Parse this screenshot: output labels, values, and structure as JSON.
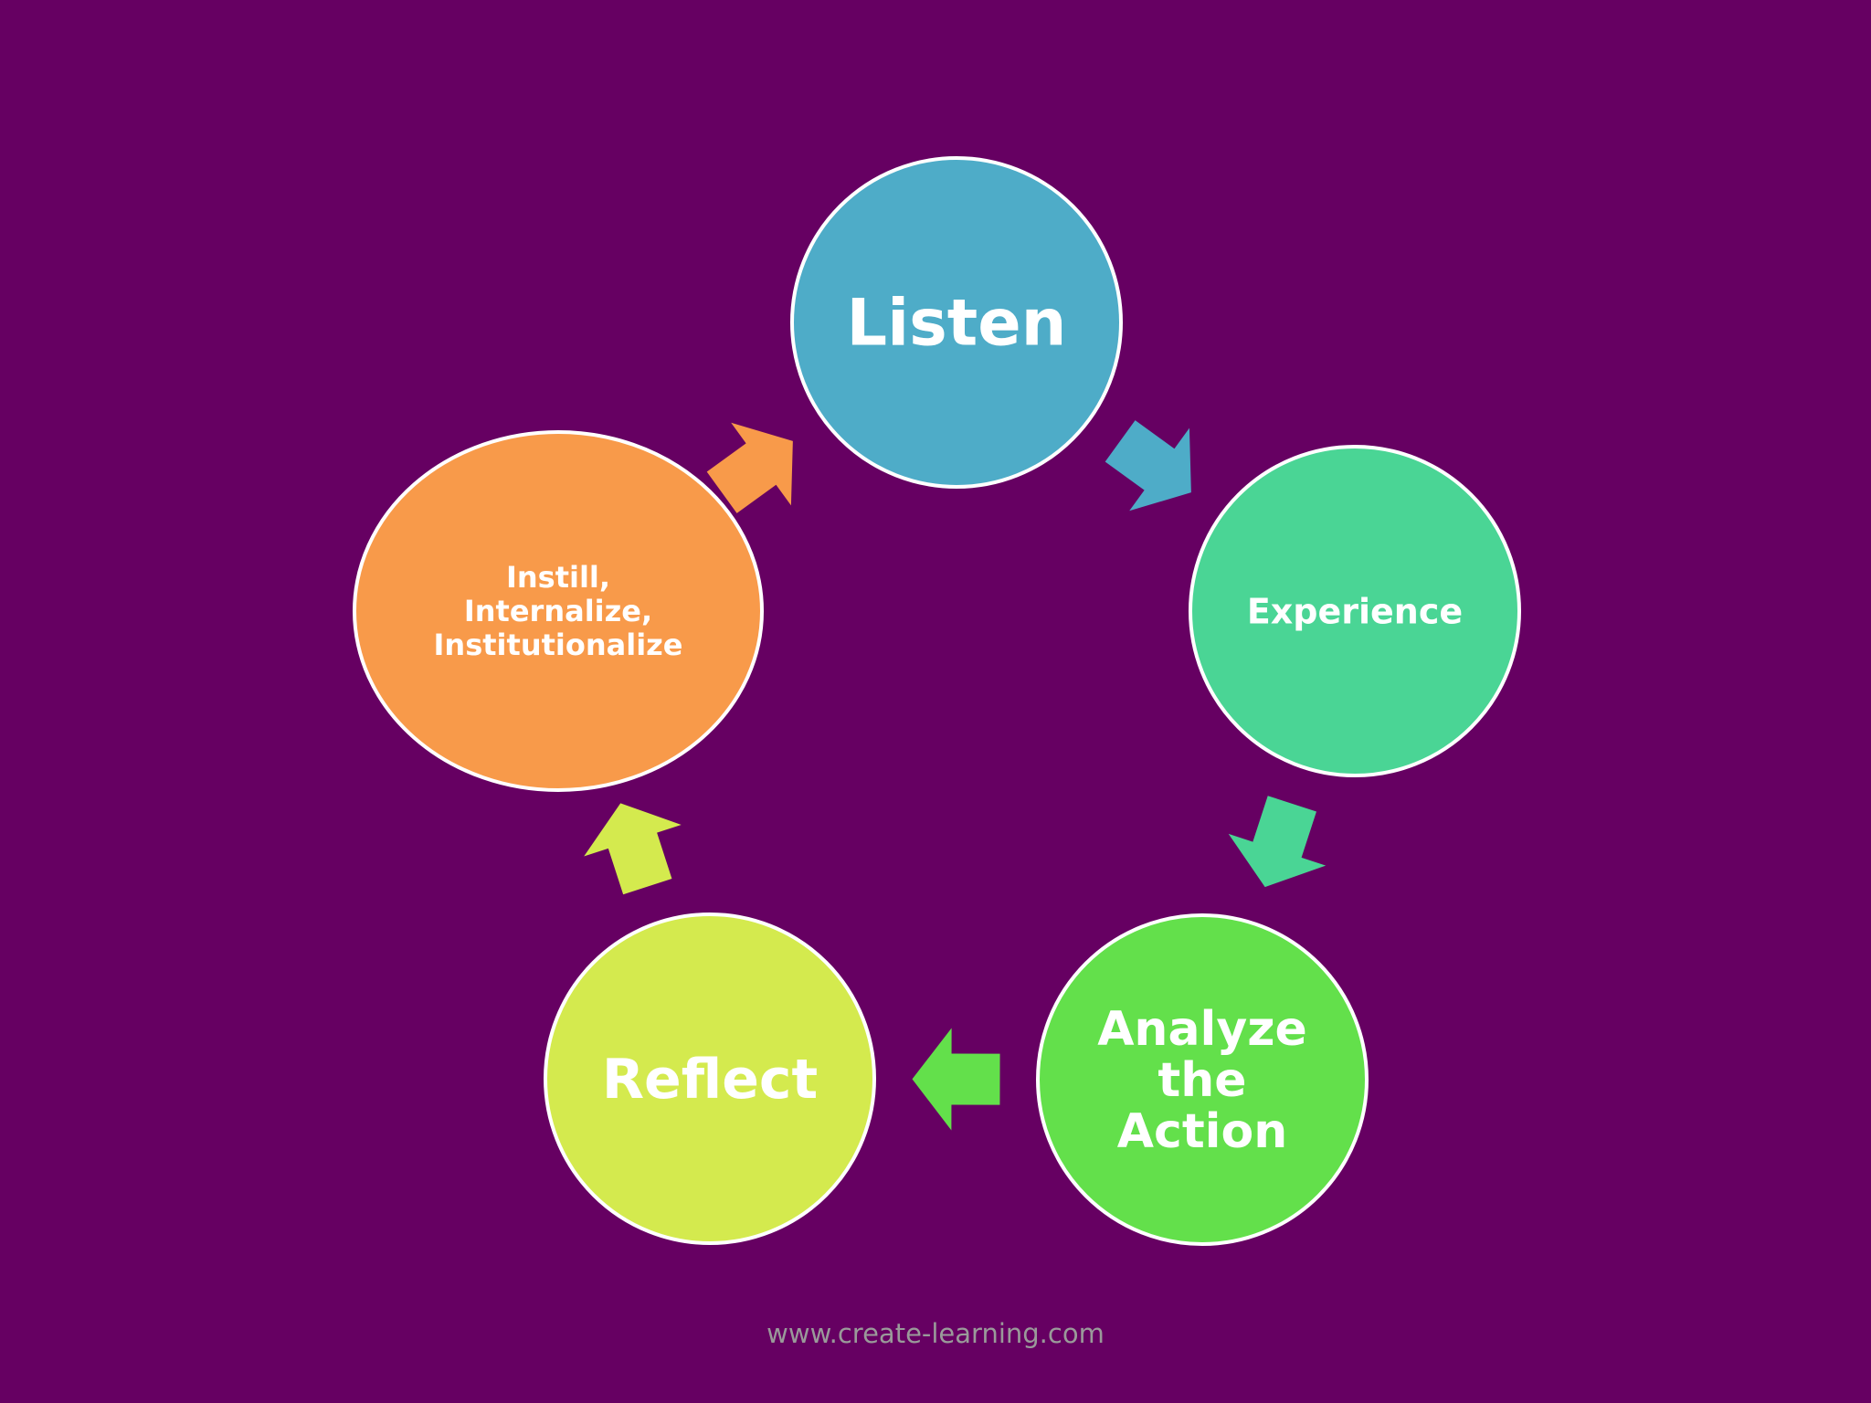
{
  "diagram": {
    "type": "cycle",
    "direction": "clockwise",
    "nodes": [
      {
        "id": "listen",
        "lines": [
          "Listen"
        ],
        "color": "#4eacc8"
      },
      {
        "id": "experience",
        "lines": [
          "Experience"
        ],
        "color": "#4ad595"
      },
      {
        "id": "analyze",
        "lines": [
          "Analyze",
          "the",
          "Action"
        ],
        "color": "#63e04b"
      },
      {
        "id": "reflect",
        "lines": [
          "Reflect"
        ],
        "color": "#d4ea4e"
      },
      {
        "id": "instill",
        "lines": [
          "Instill,",
          "Internalize,",
          "Institutionalize"
        ],
        "color": "#f89a4a"
      }
    ],
    "arrows": [
      {
        "from": "listen",
        "to": "experience",
        "color": "#4eacc8"
      },
      {
        "from": "experience",
        "to": "analyze",
        "color": "#4ad595"
      },
      {
        "from": "analyze",
        "to": "reflect",
        "color": "#63e04b"
      },
      {
        "from": "reflect",
        "to": "instill",
        "color": "#d4ea4e"
      },
      {
        "from": "instill",
        "to": "listen",
        "color": "#f89a4a"
      }
    ],
    "background": "#660062",
    "outline": "#ffffff"
  },
  "footer": {
    "url": "www.create-learning.com"
  }
}
